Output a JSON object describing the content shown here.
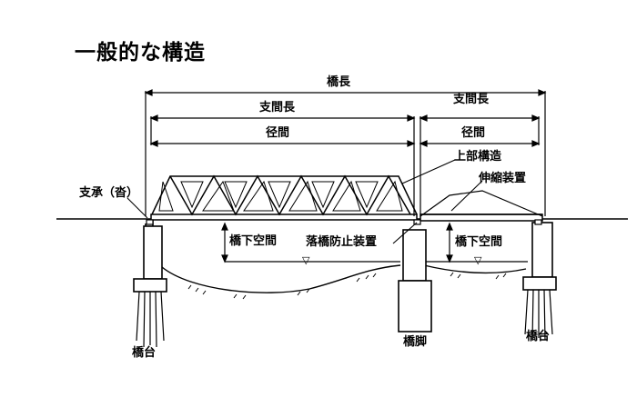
{
  "title": "一般的な構造",
  "labels": {
    "bridge_length": "橋長",
    "span_length_left": "支間長",
    "span_length_right": "支間長",
    "clear_span_left": "径間",
    "clear_span_right": "径間",
    "superstructure": "上部構造",
    "expansion_joint": "伸縮装置",
    "bearing": "支承（沓）",
    "clearance_left": "橋下空間",
    "clearance_right": "橋下空間",
    "unseating_prevention": "落橋防止装置",
    "abutment_left": "橋台",
    "pier": "橋脚",
    "abutment_right": "橋台"
  },
  "water_symbol": "▽"
}
